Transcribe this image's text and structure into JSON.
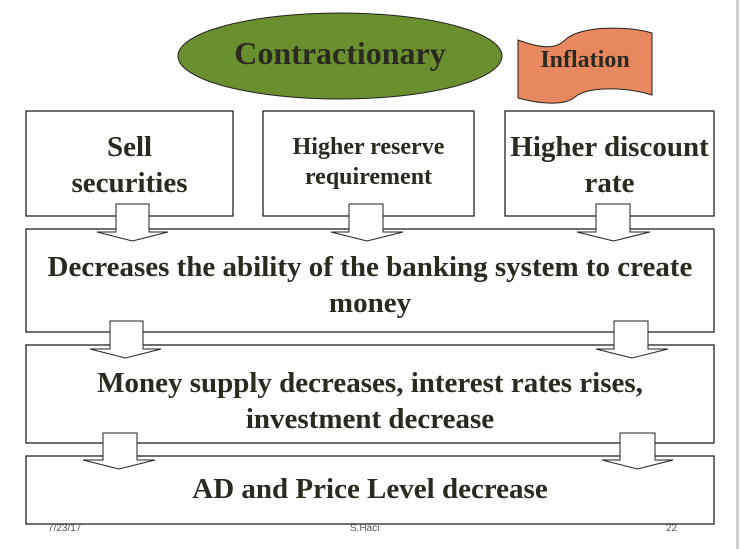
{
  "title": "Contractionary",
  "banner": "Inflation",
  "tools": [
    {
      "label": "Sell securities"
    },
    {
      "label": "Higher reserve requirement"
    },
    {
      "label": "Higher discount rate"
    }
  ],
  "steps": [
    {
      "label": "Decreases the ability of the banking system to create money"
    },
    {
      "label": "Money supply decreases, interest rates rises, investment decrease"
    },
    {
      "label": "AD and Price Level decrease"
    }
  ],
  "footer": {
    "date": "7/23/17",
    "author": "S.Haci",
    "page": "22"
  },
  "colors": {
    "ellipse": "#6a8f2f",
    "banner": "#e8885f",
    "text": "#2b2a20"
  }
}
